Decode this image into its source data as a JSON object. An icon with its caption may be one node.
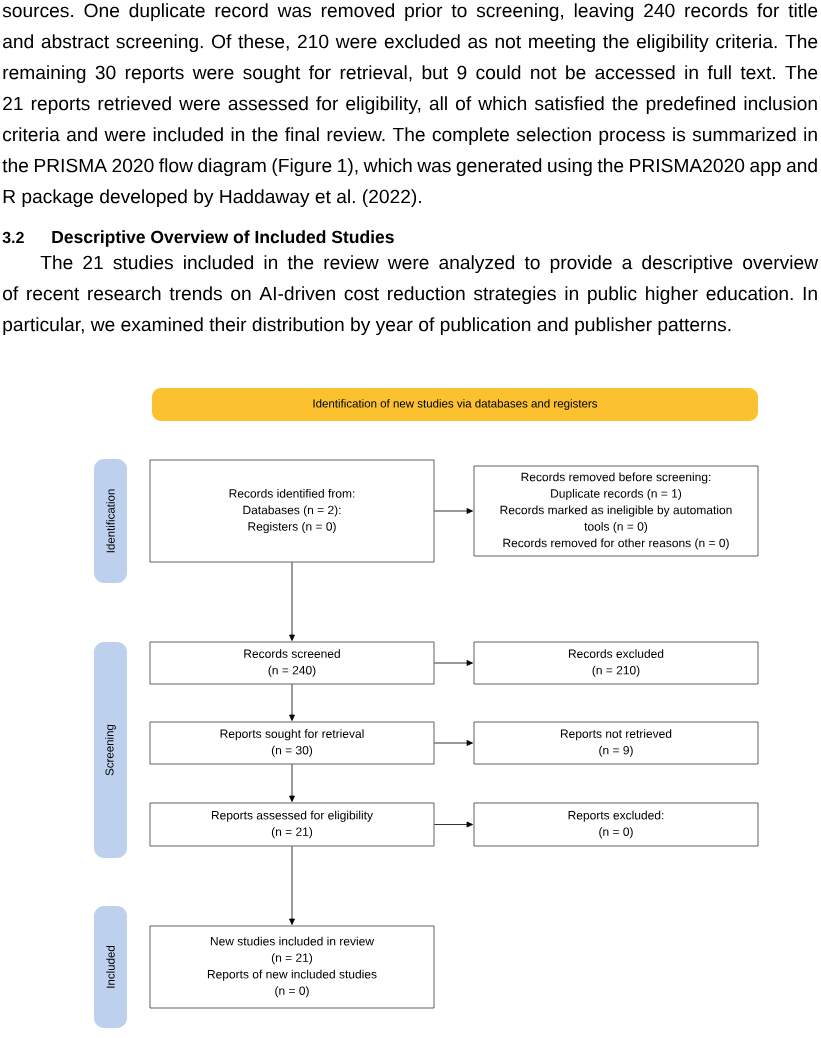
{
  "diagram": {
    "nodes": [
      {
        "text": [
          "Identification of new studies via databases and registers"
        ]
      },
      {
        "text": [
          "Identification"
        ]
      },
      {
        "text": [
          "Records identified from:",
          "Databases (n = 2):",
          "Registers (n = 0)"
        ]
      },
      {
        "text": [
          "Records removed before screening:",
          "Duplicate records (n = 1)",
          "Records marked as ineligible by automation tools (n = 0)",
          "Records removed for other reasons (n = 0)"
        ]
      },
      {
        "text": [
          "Screening"
        ]
      },
      {
        "text": [
          "Records screened",
          "(n = 240)"
        ]
      },
      {
        "text": [
          "Records excluded",
          "(n = 210)"
        ]
      },
      {
        "text": [
          "Reports sought for retrieval",
          "(n = 30)"
        ]
      },
      {
        "text": [
          "Reports not retrieved",
          "(n = 9)"
        ]
      },
      {
        "text": [
          "Reports assessed for eligibility",
          "(n = 21)"
        ]
      },
      {
        "text": [
          "Reports excluded:",
          "(n = 0)"
        ]
      },
      {
        "text": [
          "Included"
        ]
      },
      {
        "text": [
          "New studies included in review",
          "(n = 21)",
          "Reports of new included studies",
          "(n = 0)"
        ]
      }
    ],
    "edges": [
      {
        "from": 2,
        "to": 3,
        "arrow": "to"
      },
      {
        "from": 2,
        "to": 5,
        "arrow": "to"
      },
      {
        "from": 5,
        "to": 6,
        "arrow": "to"
      },
      {
        "from": 5,
        "to": 7,
        "arrow": "to"
      },
      {
        "from": 7,
        "to": 8,
        "arrow": "to"
      },
      {
        "from": 7,
        "to": 9,
        "arrow": "to"
      },
      {
        "from": 9,
        "to": 10,
        "arrow": "to"
      },
      {
        "from": 9,
        "to": 12,
        "arrow": "to"
      }
    ],
    "labels": [
      "sources. One duplicate record was removed prior to screening, leaving 240 records for title and abstract screening. Of these, 210 were excluded as not meeting the eligibility criteria. The remaining 30 reports were sought for retrieval, but 9 could not be accessed in full text. The 21 reports retrieved were assessed for eligibility, all of which satisfied the predefined inclusion criteria and were included in the final review. The complete selection process is summarized in the PRISMA 2020 flow diagram (Figure 1), which was generated using the PRISMA2020 app and R package developed by Haddaway et al. (2022).",
      "3.2",
      "Descriptive Overview of Included Studies",
      "The 21 studies included in the review were analyzed to provide a descriptive overview of recent research trends on AI-driven cost reduction strategies in public higher education. In particular, we examined their distribution by year of publication and publisher patterns."
    ]
  }
}
